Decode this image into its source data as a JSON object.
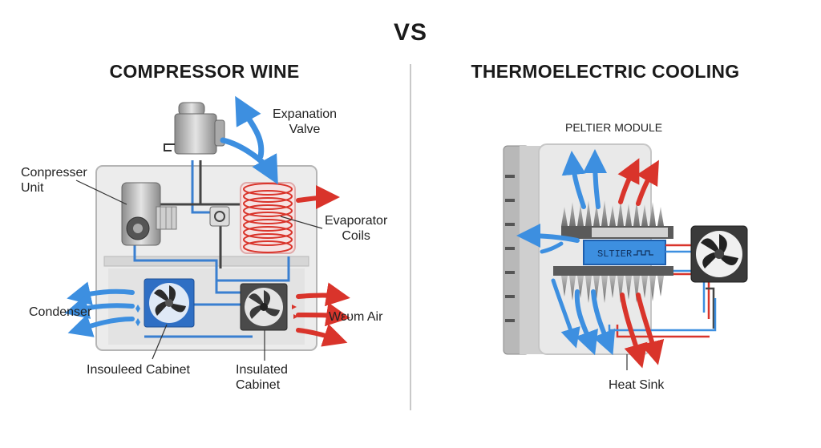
{
  "header": {
    "vs": "VS"
  },
  "left_panel": {
    "title": "COMPRESSOR WINE",
    "labels": {
      "expansion_valve": "Expanation\nValve",
      "compressor_unit": "Conpresser\nUnit",
      "evaporator_coils": "Evaporator\nCoils",
      "condenser": "Condenser",
      "warm_air": "Wευm Air",
      "insulated_cabinet_1": "Insouleed Cabinet",
      "insulated_cabinet_2": "Insulated\nCabinet"
    }
  },
  "right_panel": {
    "title": "THERMOELECTRIC COOLING",
    "labels": {
      "peltier_module": "PELTIER MODULE",
      "module_text": "SLTIER",
      "heat_sink": "Heat Sink"
    }
  },
  "colors": {
    "cold_blue": "#3d8fe0",
    "hot_red": "#d9342b",
    "cabinet_gray": "#e6e6e6",
    "outline": "#9a9a9a"
  },
  "icons": [
    "arrow-blue-icon",
    "arrow-red-icon",
    "fan-icon",
    "compressor-icon",
    "coil-icon",
    "heat-sink-icon",
    "peltier-chip-icon"
  ]
}
